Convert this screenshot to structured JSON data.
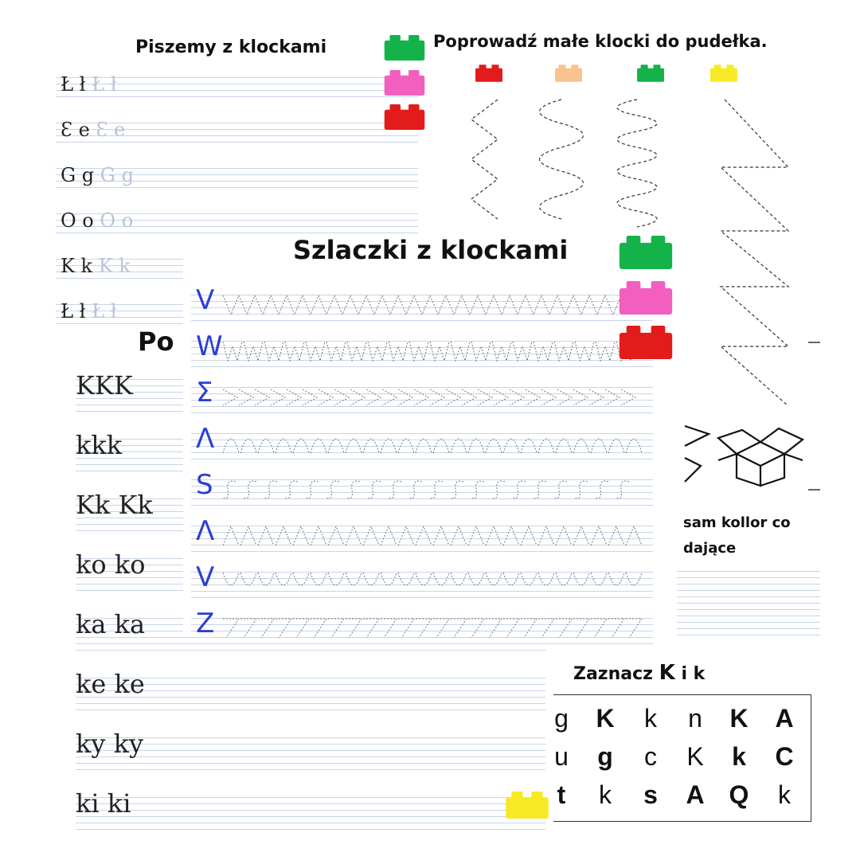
{
  "sheet_letters": {
    "title": "Piszemy z klockami",
    "rows": [
      {
        "letters": "Ł ł",
        "ghost": "Ł ł"
      },
      {
        "letters": "Ɛ e",
        "ghost": "Ɛ e"
      },
      {
        "letters": "G g",
        "ghost": "G g"
      },
      {
        "letters": "O o",
        "ghost": "O o"
      },
      {
        "letters": "K k",
        "ghost": "K k"
      },
      {
        "letters": "Ł ł",
        "ghost": "Ł ł"
      }
    ]
  },
  "sheet_paths": {
    "title": "Poprowadź małe klocki  do pudełka.",
    "brick_colors": [
      "#e31b1b",
      "#f9c28e",
      "#14b34a",
      "#f7ea24"
    ]
  },
  "sheet_k": {
    "title_partial": "Po",
    "rows": [
      "KKK",
      "kkk",
      "Kk Kk",
      "ko ko",
      "ka ka",
      "ke ke",
      "ky ky",
      "ki ki"
    ]
  },
  "sheet_color": {
    "line1": "sam kollor co",
    "line2": "dające"
  },
  "sheet_mark": {
    "title_prefix": "Zaznacz ",
    "title_big": "K",
    "title_suffix": " i k",
    "grid": [
      [
        "g",
        "K",
        "k",
        "n",
        "K",
        "A"
      ],
      [
        "u",
        "g",
        "c",
        "K",
        "k",
        "C"
      ],
      [
        "t",
        "k",
        "s",
        "A",
        "Q",
        "k"
      ]
    ]
  },
  "sheet_szlaczki": {
    "title": "Szlaczki z klockami",
    "patterns": [
      "V",
      "W",
      "Σ",
      "Λ",
      "S",
      "Λ",
      "V",
      "Z"
    ]
  },
  "colors": {
    "green": "#14b34a",
    "pink": "#f25fbf",
    "red": "#e31b1b",
    "yellow": "#f7ea24",
    "peach": "#f9c28e",
    "guide_blue": "#2b3fd1"
  }
}
